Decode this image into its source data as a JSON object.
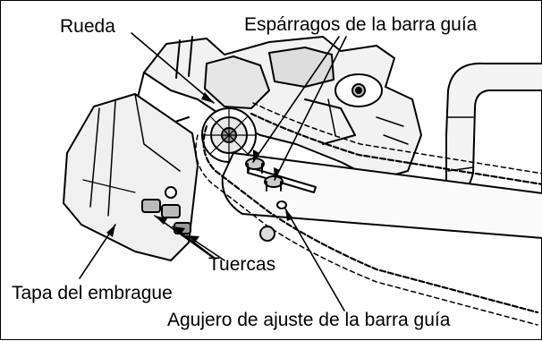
{
  "labels": {
    "wheel": "Rueda",
    "bar_studs": "Espárragos de la barra guía",
    "nuts": "Tuercas",
    "clutch_cover": "Tapa del embrague",
    "bar_adjust_hole": "Agujero de ajuste de la barra guía"
  },
  "colors": {
    "line": "#000000",
    "background": "#ffffff"
  },
  "icons": [
    "chainsaw-illustration"
  ]
}
